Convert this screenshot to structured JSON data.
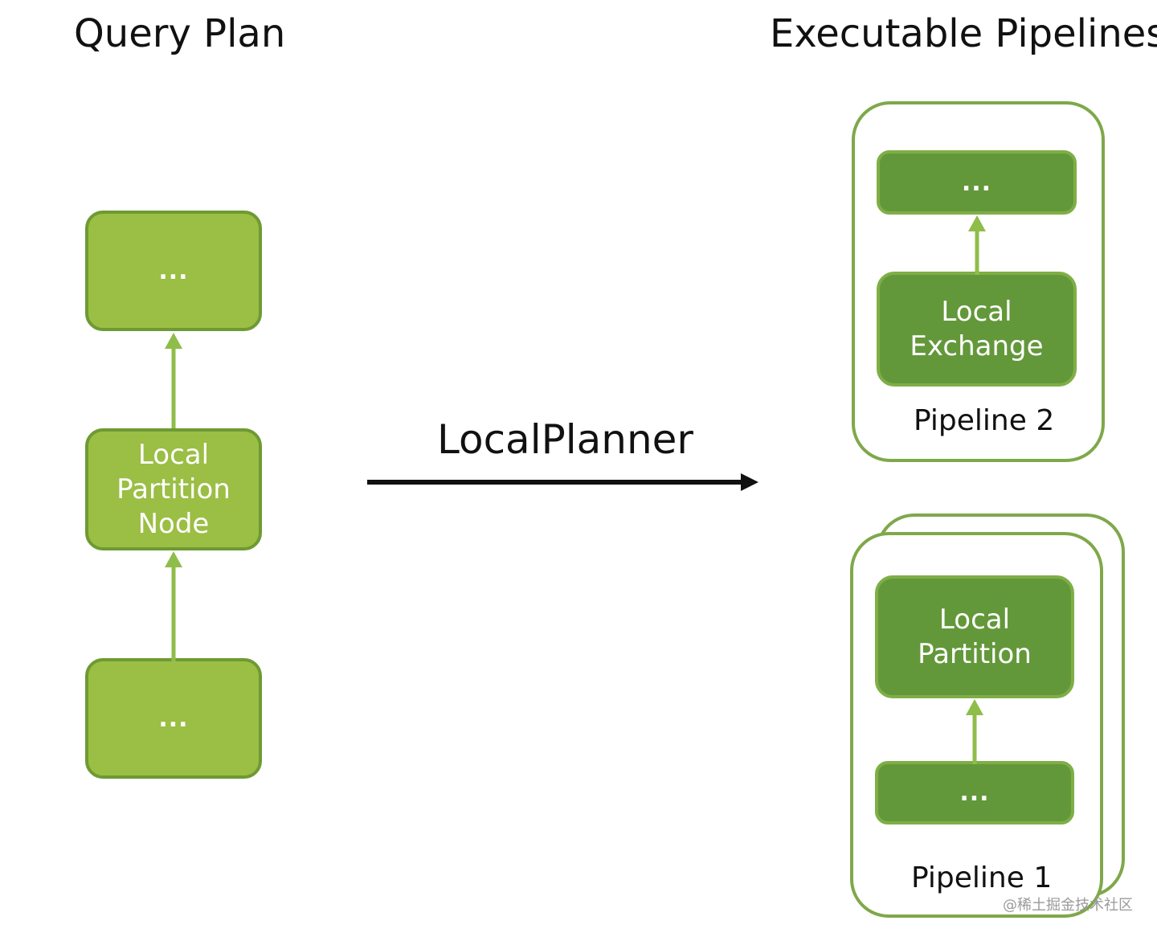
{
  "titles": {
    "left": "Query Plan",
    "right": "Executable Pipelines"
  },
  "query_plan": {
    "top_node": "...",
    "middle_node": "Local\nPartition\nNode",
    "bottom_node": "..."
  },
  "transform": {
    "label": "LocalPlanner"
  },
  "pipeline2": {
    "label": "Pipeline 2",
    "top_node": "...",
    "bottom_node": "Local\nExchange"
  },
  "pipeline1": {
    "label": "Pipeline 1",
    "top_node": "Local\nPartition",
    "bottom_node": "..."
  },
  "watermark": "@稀土掘金技术社区",
  "colors": {
    "light_node_fill": "#9bbe44",
    "light_node_border": "#6e9a33",
    "dark_node_fill": "#63983a",
    "dark_node_border": "#7fae46",
    "connector": "#8fbd4a",
    "pipeline_border": "#7fa84a",
    "main_arrow": "#111111"
  }
}
